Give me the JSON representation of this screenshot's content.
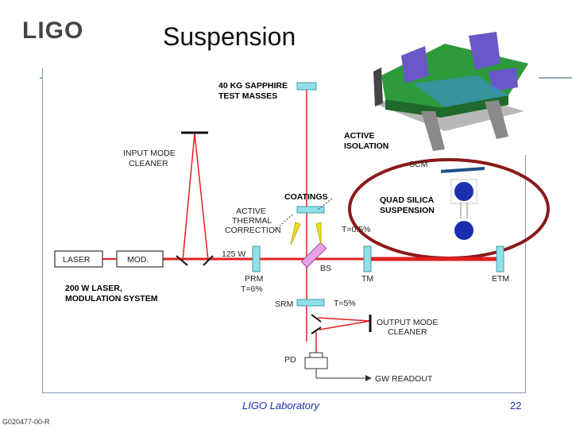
{
  "header": {
    "logo_text": "LIGO",
    "title": "Suspension"
  },
  "diagram": {
    "test_masses_line1": "40 KG SAPPHIRE",
    "test_masses_line2": "TEST MASSES",
    "active_isolation_line1": "ACTIVE",
    "active_isolation_line2": "ISOLATION",
    "input_mode_cleaner_line1": "INPUT  MODE",
    "input_mode_cleaner_line2": "CLEANER",
    "coatings": "COATINGS",
    "active_thermal_line1": "ACTIVE",
    "active_thermal_line2": "THERMAL",
    "active_thermal_line3": "CORRECTION",
    "quad_silica_line1": "QUAD SILICA",
    "quad_silica_line2": "SUSPENSION",
    "transmission_tm": "T=0.5%",
    "power_laser": "125 W",
    "laser": "LASER",
    "mod": "MOD.",
    "bs": "BS",
    "tm": "TM",
    "etm": "ETM",
    "prm": "PRM",
    "prm_t": "T=6%",
    "laser_system_line1": "200 W LASER,",
    "laser_system_line2": "MODULATION SYSTEM",
    "srm": "SRM",
    "srm_t": "T=5%",
    "output_mode_cleaner_line1": "OUTPUT  MODE",
    "output_mode_cleaner_line2": "CLEANER",
    "pd": "PD",
    "gw_readout": "GW  READOUT",
    "scm": "SCM"
  },
  "footer": {
    "lab": "LIGO Laboratory",
    "page": "22",
    "doc_id": "G020477-00-R"
  },
  "colors": {
    "beam": "#e02020",
    "optic": "#8fe0e8",
    "ellipse": "#8b1a1a",
    "accent_blue": "#1a2fb0"
  }
}
